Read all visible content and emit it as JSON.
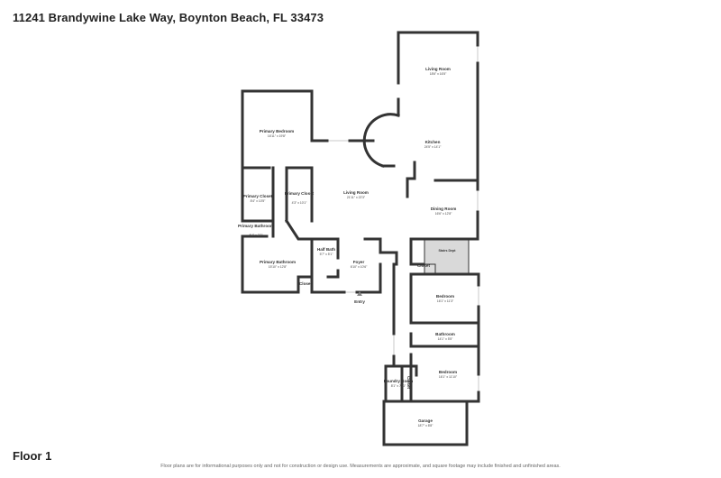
{
  "address": "11241 Brandywine Lake Way, Boynton Beach, FL 33473",
  "floor": "Floor 1",
  "disclaimer": "Floor plans are for informational purposes only and not for construction or design use. Measurements are approximate, and square footage may include finished and unfinished areas.",
  "rooms": [
    {
      "id": "living-room-rear",
      "name": "Living Room",
      "dims": "18'6\" x 16'5\""
    },
    {
      "id": "primary-bedroom",
      "name": "Primary Bedroom",
      "dims": "16'11\" x 19'8\""
    },
    {
      "id": "kitchen",
      "name": "Kitchen",
      "dims": "24'5\" x 14'1\""
    },
    {
      "id": "primary-closet-left",
      "name": "Primary Closet",
      "dims": "8'4\" x 10'5\""
    },
    {
      "id": "primary-closet-right",
      "name": "Primary Closet",
      "dims": "4'3\" x 10'1\""
    },
    {
      "id": "living-room-main",
      "name": "Living Room",
      "dims": "21'11\" x 22'3\""
    },
    {
      "id": "dining-room",
      "name": "Dining Room",
      "dims": "16'6\" x 12'8\""
    },
    {
      "id": "primary-bathroom-small",
      "name": "Primary Bathroom",
      "dims": "5'4\" x 3'7\""
    },
    {
      "id": "half-bath",
      "name": "Half Bath",
      "dims": "5'7\" x 5'1\""
    },
    {
      "id": "stairs",
      "name": "Stairs Dept",
      "dims": ""
    },
    {
      "id": "primary-bathroom",
      "name": "Primary Bathroom",
      "dims": "15'10\" x 12'8\""
    },
    {
      "id": "foyer",
      "name": "Foyer",
      "dims": "6'10\" x 10'6\""
    },
    {
      "id": "closet-hall",
      "name": "Closet",
      "dims": ""
    },
    {
      "id": "closet-main",
      "name": "Closet",
      "dims": ""
    },
    {
      "id": "bedroom-1",
      "name": "Bedroom",
      "dims": "16'1\" x 11'3\""
    },
    {
      "id": "bathroom",
      "name": "Bathroom",
      "dims": "14'1\" x 5'5\""
    },
    {
      "id": "bedroom-2",
      "name": "Bedroom",
      "dims": "16'1\" x 11'10\""
    },
    {
      "id": "closet-laundry",
      "name": "Closet",
      "dims": ""
    },
    {
      "id": "laundry-room",
      "name": "Laundry Room",
      "dims": "8'1\" x 7'11\""
    },
    {
      "id": "garage",
      "name": "Garage",
      "dims": "18'7\" x 8'8\""
    }
  ],
  "entry": "Entry"
}
